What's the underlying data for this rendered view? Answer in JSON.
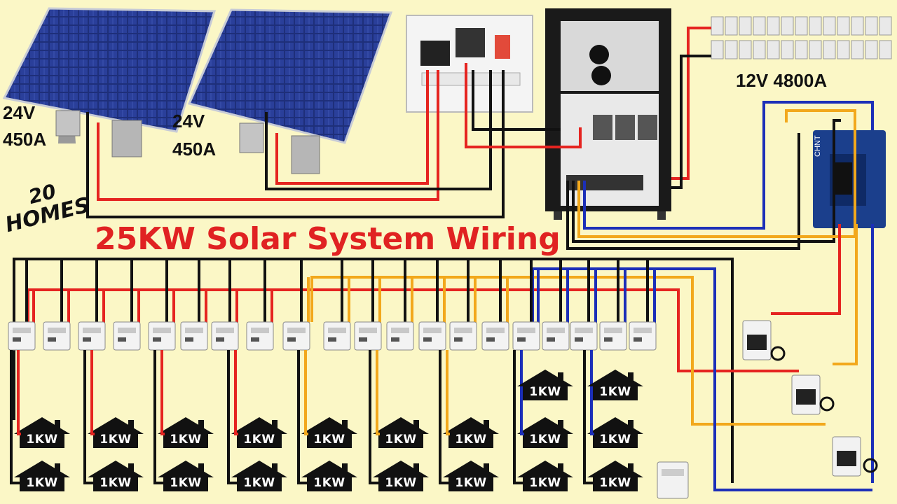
{
  "title": "25KW Solar System Wiring",
  "homes_badge": {
    "count": "20",
    "word": "HOMES"
  },
  "solar_panels": [
    {
      "voltage": "24V",
      "current": "450A"
    },
    {
      "voltage": "24V",
      "current": "450A"
    }
  ],
  "battery_bank": {
    "label": "12V 4800A"
  },
  "house_label": "1KW",
  "breaker_brand": "CHNT",
  "colors": {
    "background": "#fbf7c6",
    "wire_red": "#e52420",
    "wire_black": "#111111",
    "wire_orange": "#f2a81c",
    "wire_blue": "#1c2fb8",
    "title": "#e02222"
  },
  "icons": [
    "solar-panel-icon",
    "combiner-box-icon",
    "inverter-cabinet-icon",
    "battery-icon",
    "circuit-breaker-icon",
    "energy-meter-icon",
    "house-icon",
    "power-monitor-icon"
  ]
}
